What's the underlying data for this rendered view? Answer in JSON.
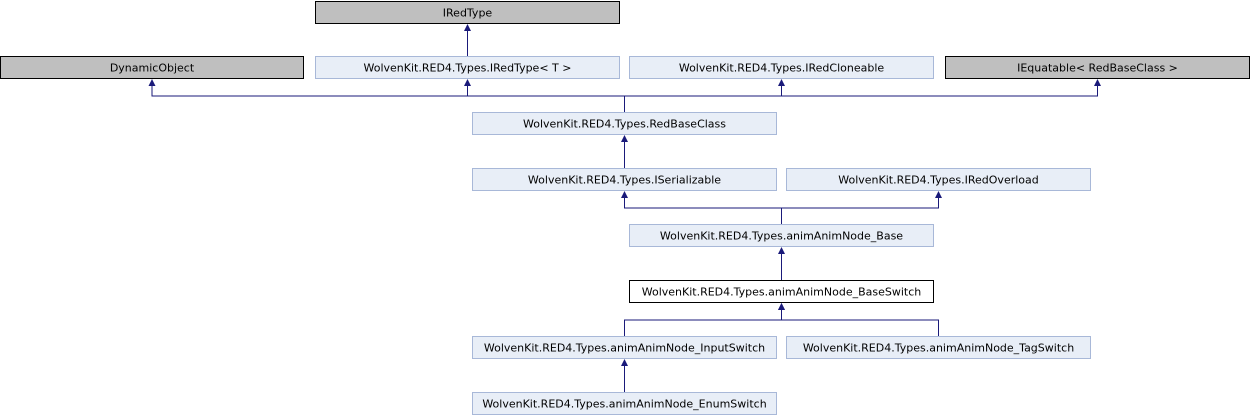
{
  "colors": {
    "external_fill": "#bfbfbf",
    "linked_fill": "#e8eef7",
    "linked_border": "#a8b8d8",
    "current_fill": "#ffffff",
    "edge": "#1a1a7a"
  },
  "nodes": {
    "iredtype": {
      "label": "IRedType",
      "kind": "external"
    },
    "dynamicobject": {
      "label": "DynamicObject",
      "kind": "external"
    },
    "iredtype_t": {
      "label": "WolvenKit.RED4.Types.IRedType< T >",
      "kind": "linked"
    },
    "iredcloneable": {
      "label": "WolvenKit.RED4.Types.IRedCloneable",
      "kind": "linked"
    },
    "iequatable": {
      "label": "IEquatable< RedBaseClass >",
      "kind": "external"
    },
    "redbaseclass": {
      "label": "WolvenKit.RED4.Types.RedBaseClass",
      "kind": "linked"
    },
    "iserializable": {
      "label": "WolvenKit.RED4.Types.ISerializable",
      "kind": "linked"
    },
    "iredoverload": {
      "label": "WolvenKit.RED4.Types.IRedOverload",
      "kind": "linked"
    },
    "animnode_base": {
      "label": "WolvenKit.RED4.Types.animAnimNode_Base",
      "kind": "linked"
    },
    "animnode_baseswitch": {
      "label": "WolvenKit.RED4.Types.animAnimNode_BaseSwitch",
      "kind": "current"
    },
    "animnode_inputswitch": {
      "label": "WolvenKit.RED4.Types.animAnimNode_InputSwitch",
      "kind": "linked"
    },
    "animnode_tagswitch": {
      "label": "WolvenKit.RED4.Types.animAnimNode_TagSwitch",
      "kind": "linked"
    },
    "animnode_enumswitch": {
      "label": "WolvenKit.RED4.Types.animAnimNode_EnumSwitch",
      "kind": "linked"
    }
  },
  "edges": [
    [
      "iredtype_t",
      "iredtype"
    ],
    [
      "redbaseclass",
      "dynamicobject"
    ],
    [
      "redbaseclass",
      "iredtype_t"
    ],
    [
      "redbaseclass",
      "iredcloneable"
    ],
    [
      "redbaseclass",
      "iequatable"
    ],
    [
      "iserializable",
      "redbaseclass"
    ],
    [
      "animnode_base",
      "iserializable"
    ],
    [
      "animnode_base",
      "iredoverload"
    ],
    [
      "animnode_baseswitch",
      "animnode_base"
    ],
    [
      "animnode_inputswitch",
      "animnode_baseswitch"
    ],
    [
      "animnode_tagswitch",
      "animnode_baseswitch"
    ],
    [
      "animnode_enumswitch",
      "animnode_inputswitch"
    ]
  ]
}
